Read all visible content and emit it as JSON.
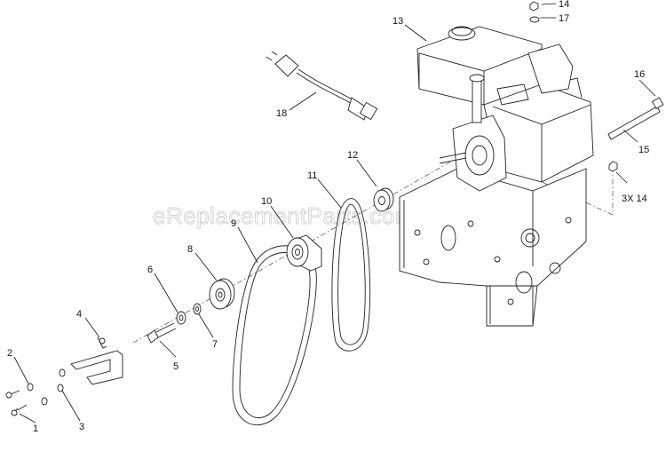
{
  "watermark": "eReplacementParts.com",
  "callouts": [
    {
      "id": "c1",
      "label": "1"
    },
    {
      "id": "c2",
      "label": "2"
    },
    {
      "id": "c3",
      "label": "3"
    },
    {
      "id": "c4",
      "label": "4"
    },
    {
      "id": "c5",
      "label": "5"
    },
    {
      "id": "c6",
      "label": "6"
    },
    {
      "id": "c7",
      "label": "7"
    },
    {
      "id": "c8",
      "label": "8"
    },
    {
      "id": "c9",
      "label": "9"
    },
    {
      "id": "c10",
      "label": "10"
    },
    {
      "id": "c11",
      "label": "11"
    },
    {
      "id": "c12",
      "label": "12"
    },
    {
      "id": "c13",
      "label": "13"
    },
    {
      "id": "c14",
      "label": "14"
    },
    {
      "id": "c15",
      "label": "15"
    },
    {
      "id": "c16",
      "label": "16"
    },
    {
      "id": "c17",
      "label": "17"
    },
    {
      "id": "c18",
      "label": "18"
    },
    {
      "id": "c3x14",
      "label": "3X 14"
    }
  ]
}
